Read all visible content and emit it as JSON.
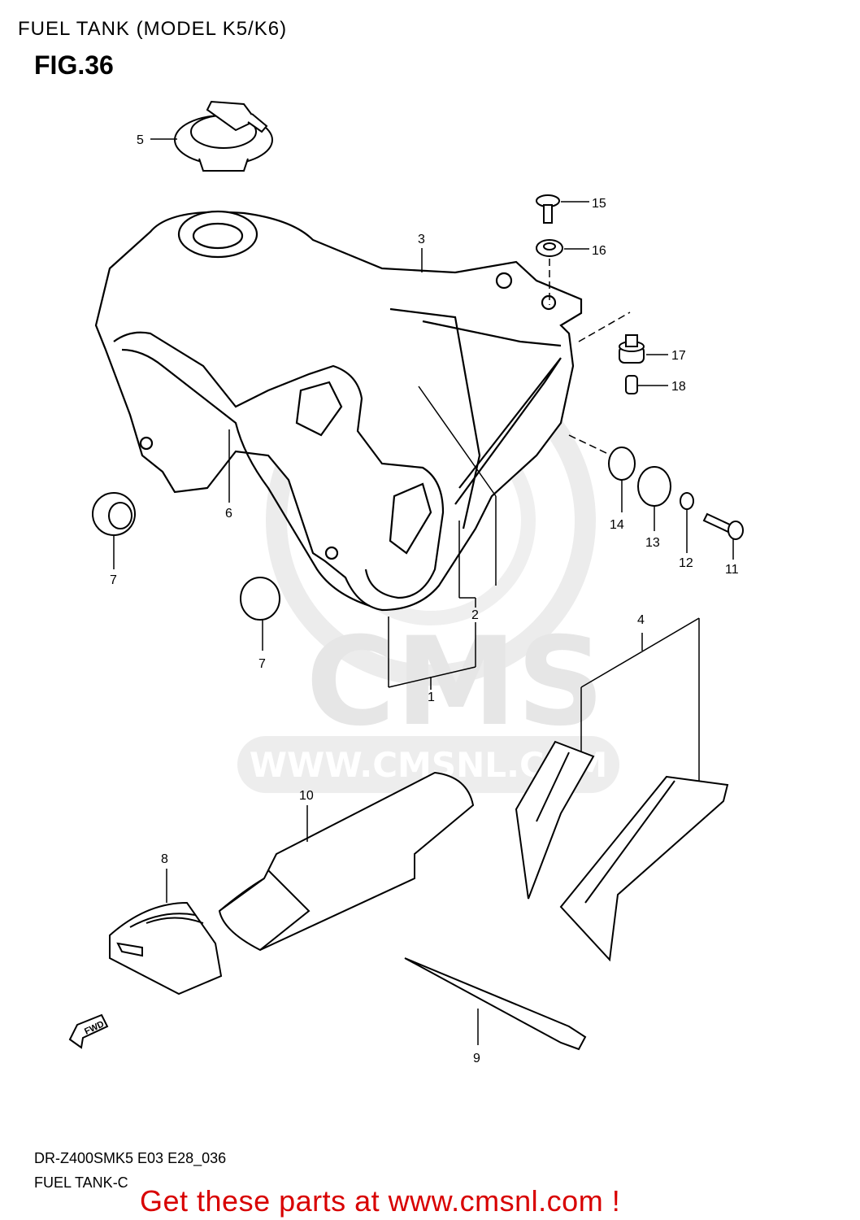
{
  "header": {
    "title": "FUEL TANK (MODEL K5/K6)",
    "figure": "FIG.36"
  },
  "watermark": {
    "logo": "CMS",
    "url": "WWW.CMSNL.COM"
  },
  "callouts": [
    "5",
    "3",
    "15",
    "16",
    "17",
    "18",
    "6",
    "14",
    "13",
    "12",
    "11",
    "7",
    "7",
    "2",
    "1",
    "4",
    "10",
    "8",
    "9"
  ],
  "direction_marker": "FWD",
  "footer": {
    "model_code": "DR-Z400SMK5 E03 E28_036",
    "section": "FUEL TANK-C",
    "promo": "Get these parts at www.cmsnl.com !"
  },
  "colors": {
    "line": "#000000",
    "watermark": "#e6e6e6",
    "promo": "#d80000"
  }
}
